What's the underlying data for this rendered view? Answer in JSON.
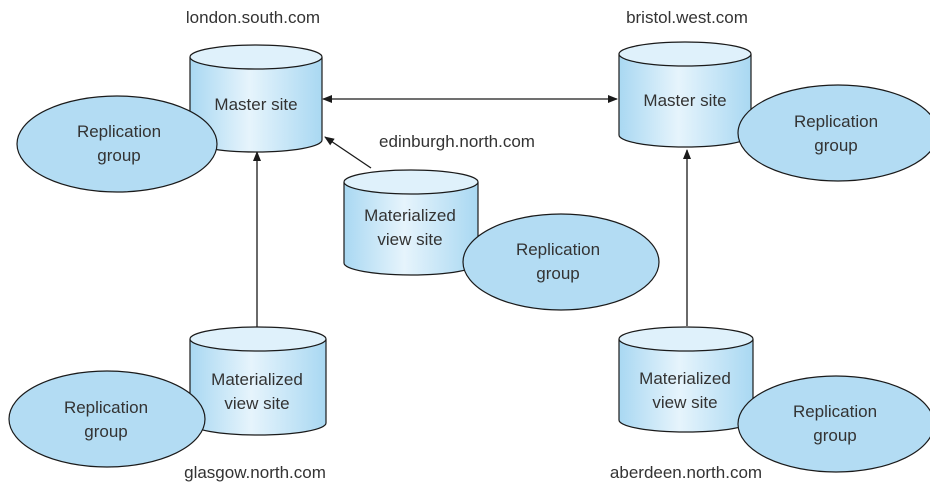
{
  "hosts": {
    "london": "london.south.com",
    "bristol": "bristol.west.com",
    "edinburgh": "edinburgh.north.com",
    "glasgow": "glasgow.north.com",
    "aberdeen": "aberdeen.north.com"
  },
  "sites": {
    "london_master": [
      "Master site"
    ],
    "bristol_master": [
      "Master site"
    ],
    "edinburgh_view": [
      "Materialized",
      "view site"
    ],
    "glasgow_view": [
      "Materialized",
      "view site"
    ],
    "aberdeen_view": [
      "Materialized",
      "view site"
    ]
  },
  "groups": {
    "london": [
      "Replication",
      "group"
    ],
    "bristol": [
      "Replication",
      "group"
    ],
    "edinburgh": [
      "Replication",
      "group"
    ],
    "glasgow": [
      "Replication",
      "group"
    ],
    "aberdeen": [
      "Replication",
      "group"
    ]
  },
  "colors": {
    "cylinder_light": "#e6f4fc",
    "cylinder_dark": "#a9d8f2",
    "ellipse": "#b3dcf3",
    "stroke": "#1a1a1a",
    "text": "#333333"
  }
}
